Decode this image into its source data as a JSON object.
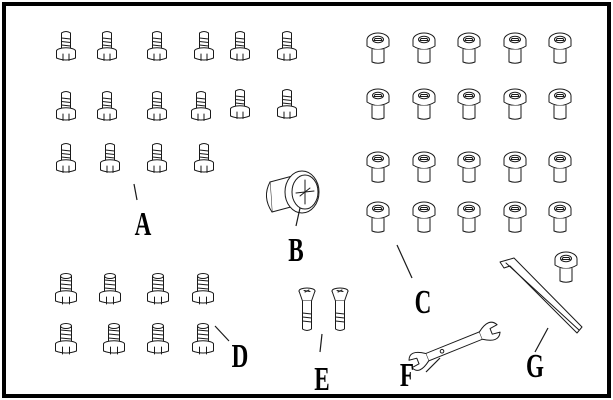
{
  "labels": {
    "a": "A",
    "b": "B",
    "c": "C",
    "d": "D",
    "e": "E",
    "f": "F",
    "g": "G"
  },
  "stroke_color": "#1a1a1a",
  "border_color": "#000000",
  "background_color": "#ffffff"
}
